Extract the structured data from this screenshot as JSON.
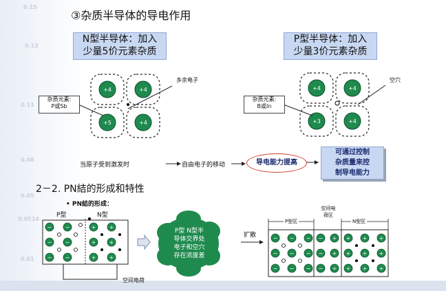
{
  "title": "③杂质半导体的导电作用",
  "n_type": {
    "heading_line1": "N型半导体：加入",
    "heading_line2": "少量5价元素杂质",
    "label_box_line1": "杂质元素:",
    "label_box_line2": "P或Sb",
    "extra_label": "多余电子",
    "atoms": [
      "+4",
      "+4",
      "+5",
      "+4"
    ]
  },
  "p_type": {
    "heading_line1": "P型半导体：加入",
    "heading_line2": "少量3价元素杂质",
    "label_box_line1": "杂质元素:",
    "label_box_line2": "B或In",
    "extra_label": "空穴",
    "atoms": [
      "+4",
      "+4",
      "+3",
      "+4"
    ]
  },
  "flow": {
    "step1": "当原子受到激发时",
    "arrow": "→",
    "step2": "自由电子的移动",
    "result": "导电能力提高",
    "control_line1": "可通过控制",
    "control_line2": "杂质量来控",
    "control_line3": "制导电能力"
  },
  "section": {
    "heading": "2－2. PN結的形成和特性",
    "bullet": "• PN結的形成：",
    "p_label": "P型",
    "n_label": "N型",
    "cloud_line1": "P型 N型半",
    "cloud_line2": "导体交界处",
    "cloud_line3": "电子和空穴",
    "cloud_line4": "存在浓度差",
    "diffuse_label": "扩散",
    "space_charge_label": "空间电荷",
    "right_p_region": "P型区",
    "right_middle_top": "空间电",
    "right_middle_bottom": "荷区",
    "right_n_region": "N型区",
    "minus": "−",
    "plus": "+"
  },
  "watermark": [
    "0.15",
    "0.13",
    "0.11",
    "0.08",
    "0.05",
    "0.0514",
    "0.01"
  ]
}
